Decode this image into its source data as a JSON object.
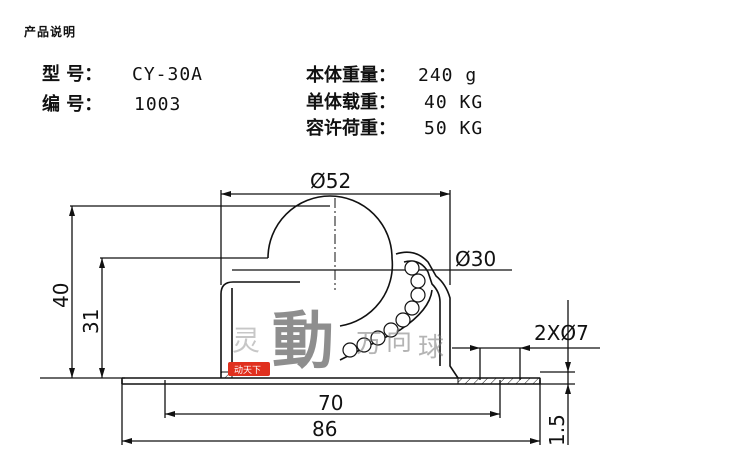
{
  "heading": "产品说明",
  "specs": {
    "model_label": "型  号：",
    "model_value": "CY-30A",
    "code_label": "编  号：",
    "code_value": "1003",
    "unit_weight_label": "本体重量：",
    "unit_weight_value": "240 g",
    "single_load_label": "单体载重：",
    "single_load_value": "40 KG",
    "allowed_load_label": "容许荷重：",
    "allowed_load_value": "50 KG"
  },
  "dimensions": {
    "outer_diameter": "Ø52",
    "ball_diameter": "Ø30",
    "holes": "2XØ7",
    "height_total": "40",
    "height_ball_center": "31",
    "hole_spacing": "70",
    "flange_length": "86",
    "flange_thickness": "1.5"
  },
  "watermark": {
    "chars": [
      "灵",
      "動",
      "万",
      "向",
      "球"
    ],
    "stamp_text": "动天下",
    "stamp_color": "#e0301e"
  }
}
